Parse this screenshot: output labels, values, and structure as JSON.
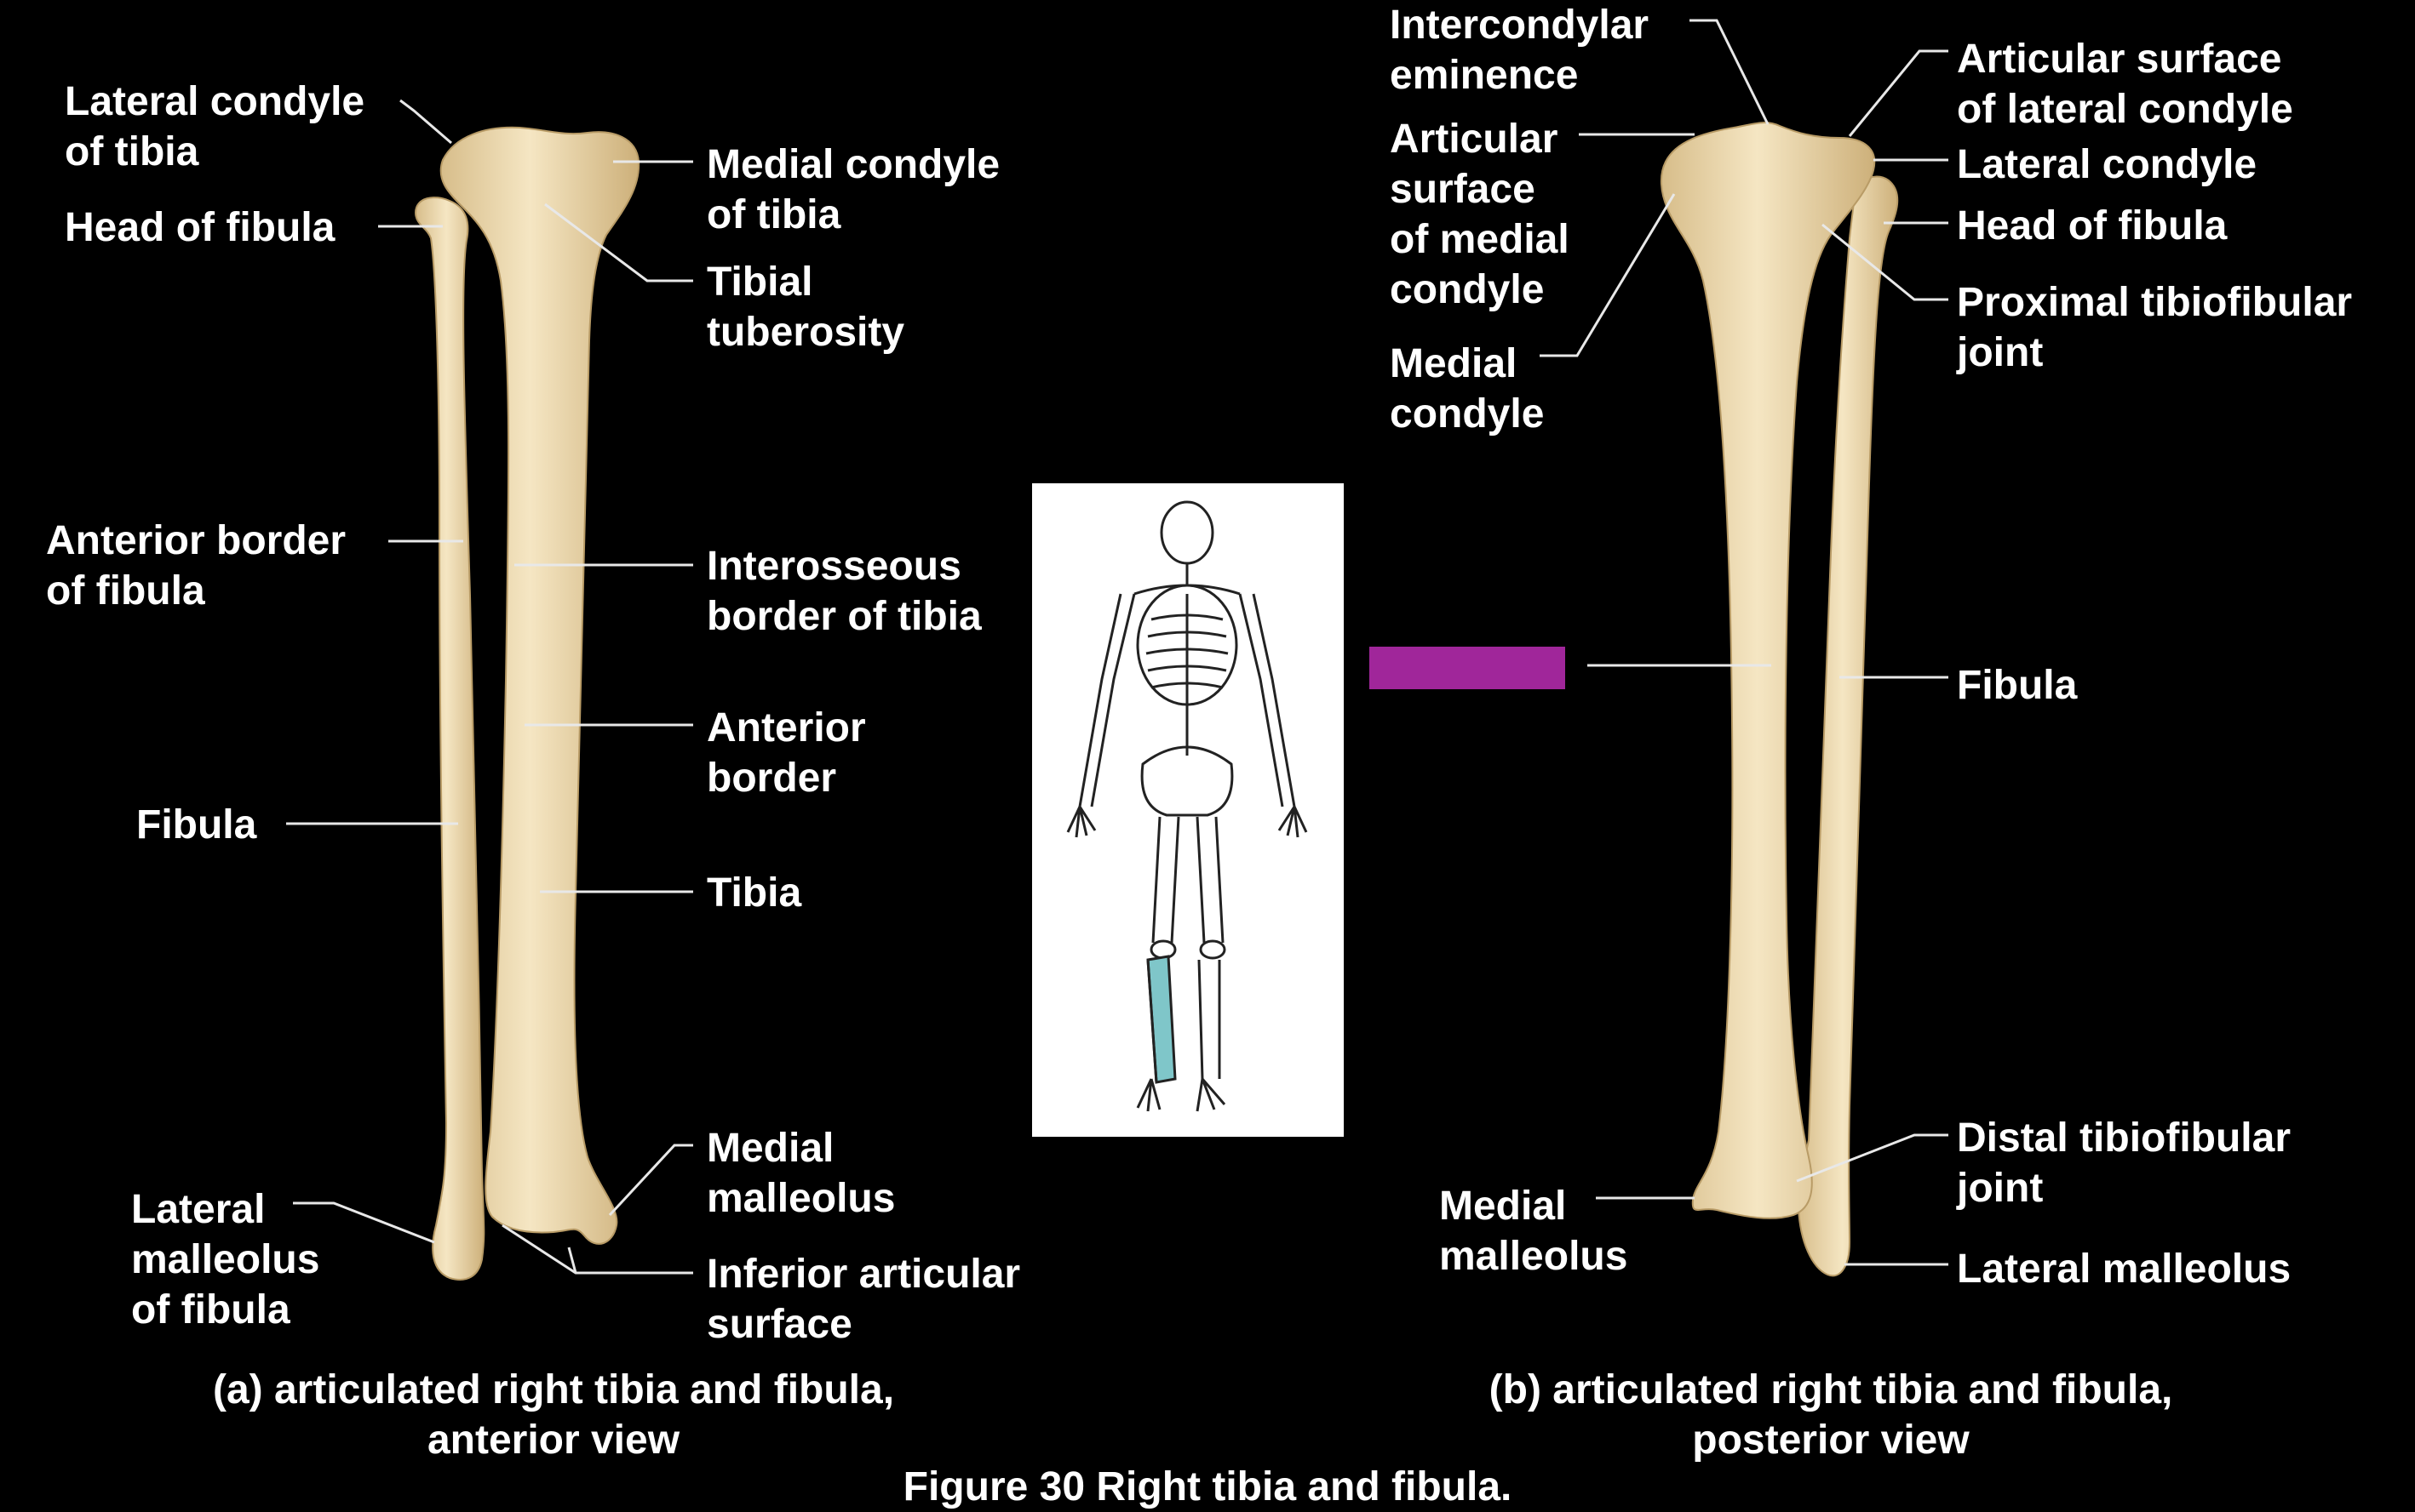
{
  "colors": {
    "background": "#000000",
    "label_text": "#ffffff",
    "bone": "#f2e0b8",
    "bone_shade": "#d9c08e",
    "highlight_fill": "#a0269a",
    "skeleton_highlight": "#7fc6c9"
  },
  "figure_caption": "Figure 30  Right tibia and fibula.",
  "panel_a": {
    "caption": "(a) articulated right tibia and fibula,\nanterior view",
    "labels": {
      "lateral_condyle_of_tibia": "Lateral condyle\nof tibia",
      "head_of_fibula": "Head of fibula",
      "medial_condyle_of_tibia": "Medial condyle\nof tibia",
      "tibial_tuberosity": "Tibial\ntuberosity",
      "anterior_border_of_fibula": "Anterior border\nof fibula",
      "interosseous_border_of_tibia": "Interosseous\nborder of tibia",
      "anterior_border": "Anterior\nborder",
      "fibula": "Fibula",
      "tibia": "Tibia",
      "medial_malleolus": "Medial\nmalleolus",
      "lateral_malleolus_of_fibula": "Lateral\nmalleolus\nof fibula",
      "inferior_articular_surface": "Inferior articular\nsurface"
    }
  },
  "panel_b": {
    "caption": "(b) articulated right tibia and fibula,\nposterior view",
    "labels": {
      "intercondylar_eminence": "Intercondylar\neminence",
      "articular_surface_of_medial_condyle": "Articular\nsurface\nof medial\ncondyle",
      "medial_condyle": "Medial\ncondyle",
      "articular_surface_of_lateral_condyle": "Articular surface\nof lateral condyle",
      "lateral_condyle": "Lateral condyle",
      "head_of_fibula": "Head of fibula",
      "proximal_tibiofibular_joint": "Proximal tibiofibular\njoint",
      "fibula": "Fibula",
      "distal_tibiofibular_joint": "Distal tibiofibular\njoint",
      "medial_malleolus": "Medial\nmalleolus",
      "lateral_malleolus": "Lateral malleolus"
    }
  }
}
